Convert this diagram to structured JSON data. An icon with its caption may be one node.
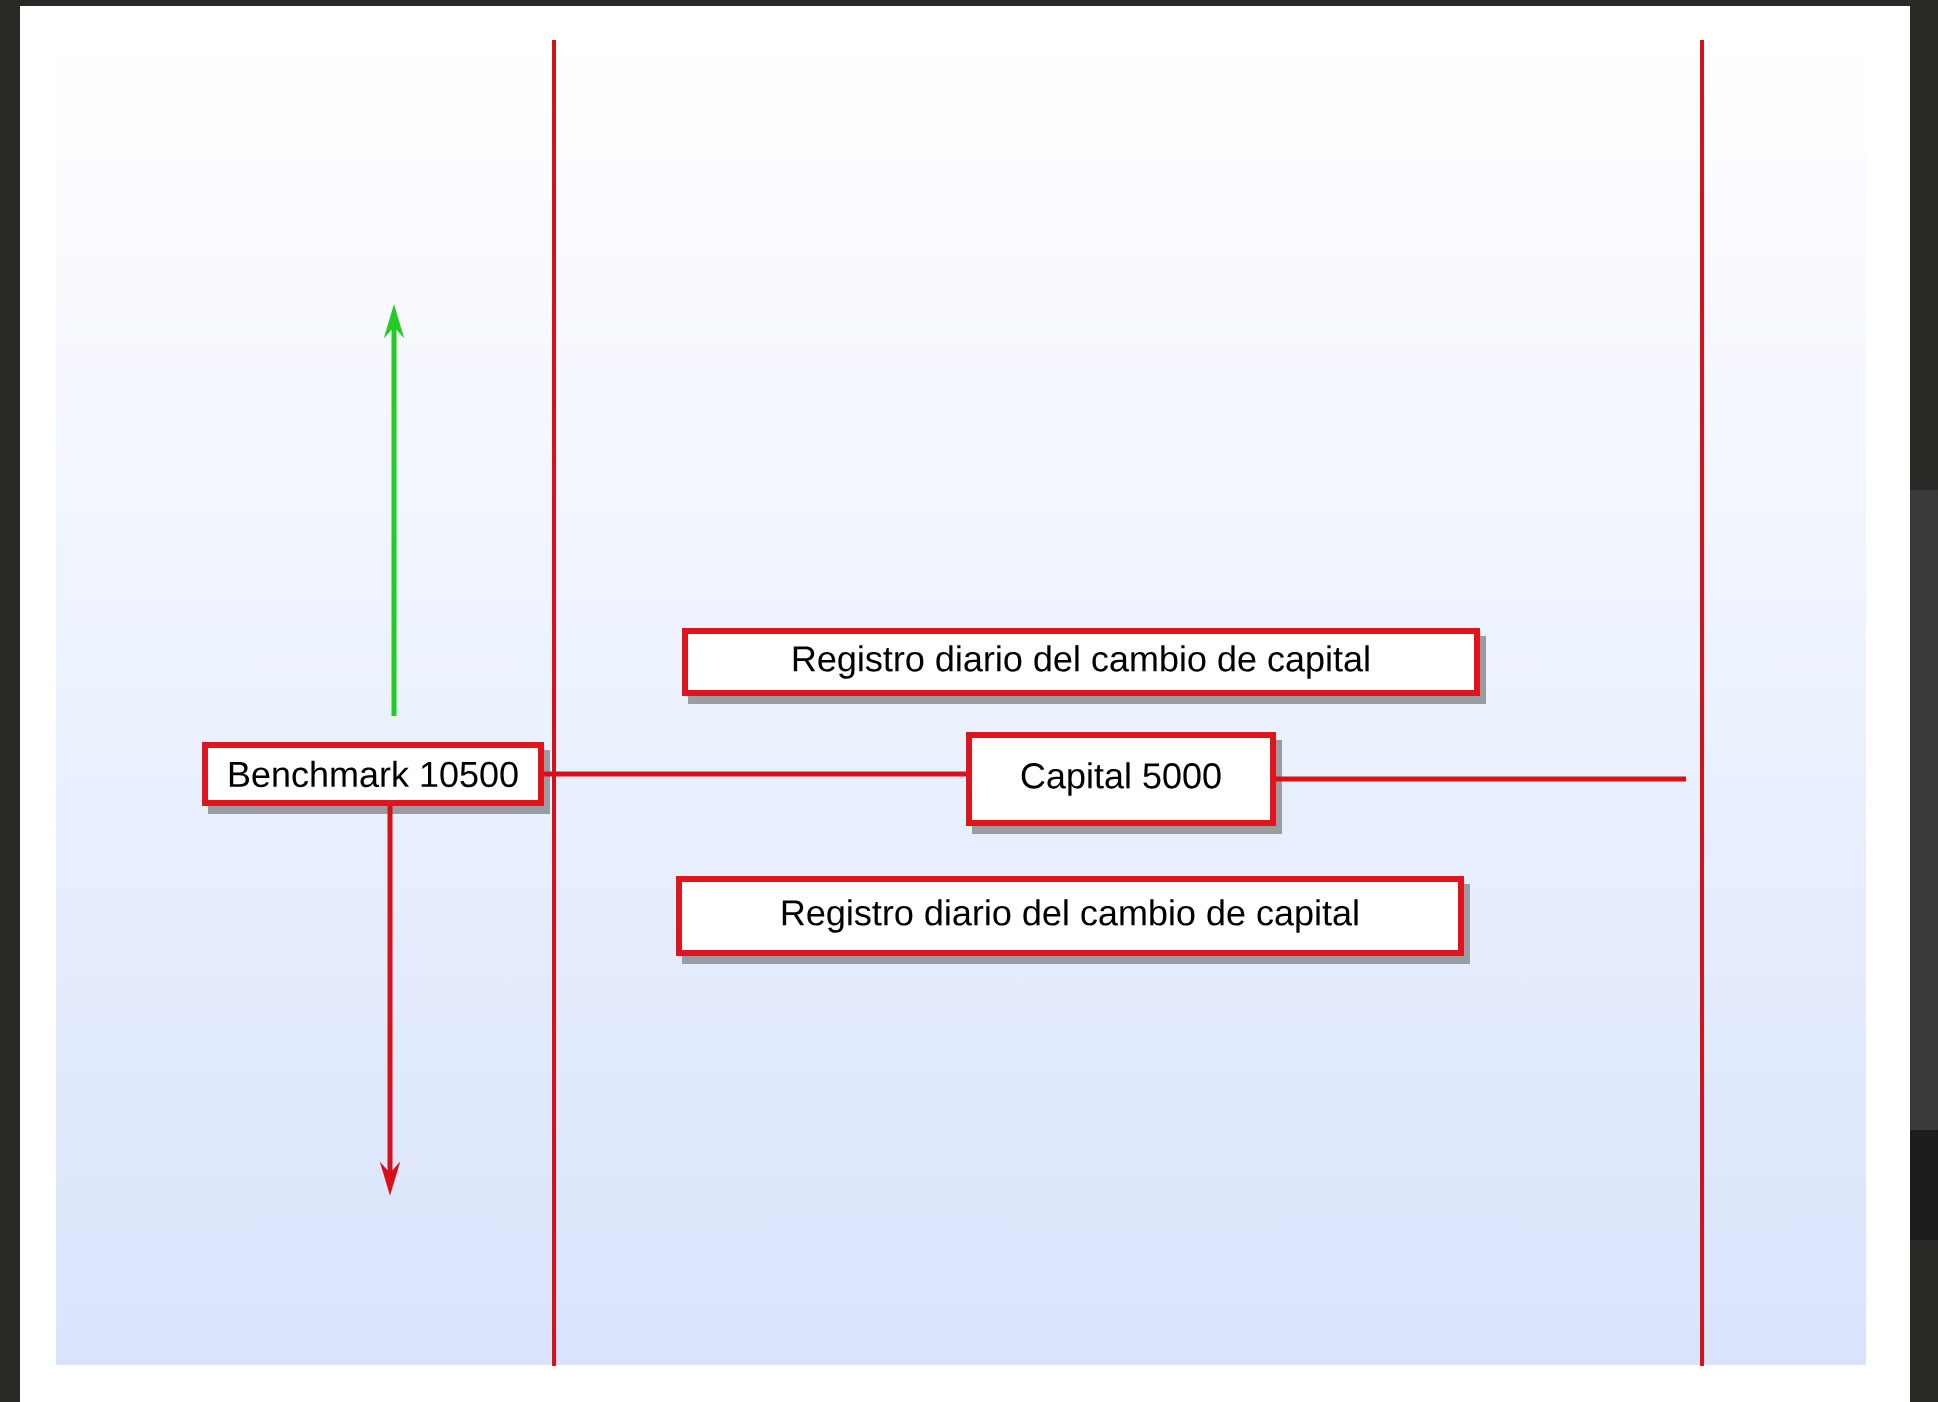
{
  "diagram": {
    "nodes": [
      {
        "text": [
          "Benchmark 10500"
        ]
      },
      {
        "text": [
          "Registro diario del cambio de capital"
        ]
      },
      {
        "text": [
          "Capital 5000"
        ]
      },
      {
        "text": [
          "Registro diario del cambio de capital"
        ]
      }
    ],
    "edges": [
      {
        "from": 0,
        "to": 2,
        "arrow": "none"
      },
      {
        "from": 2,
        "to": null,
        "arrow": "none"
      },
      {
        "from": 0,
        "to": null,
        "arrow": "to",
        "color": "#22cc22"
      },
      {
        "from": 0,
        "to": null,
        "arrow": "to"
      }
    ]
  }
}
